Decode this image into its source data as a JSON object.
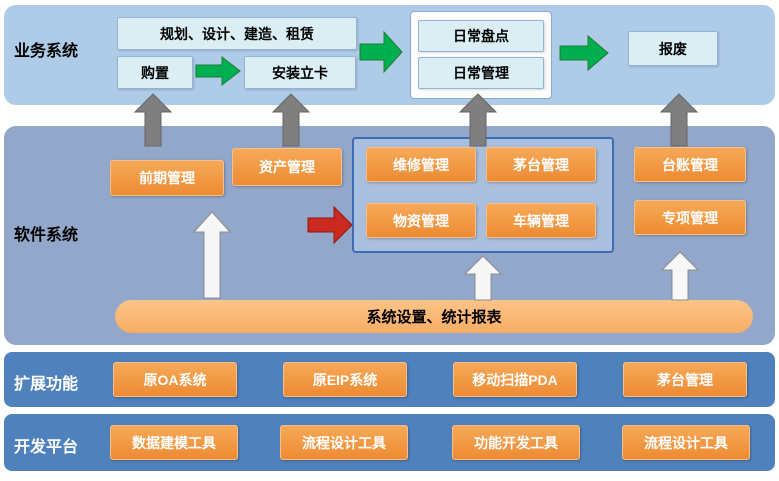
{
  "colors": {
    "band1-bg": "#aecbe8",
    "band2-bg": "#92a7c9",
    "band34-bg": "#4f81bd",
    "cyan-box-bg": "#daeef3",
    "cyan-box-border": "#95b3d7",
    "orange-box": "#ed8b33",
    "orange-box-border": "#f8c08a",
    "pill-bg": "#f8ad63",
    "green-arrow": "#00b050",
    "green-arrow-edge": "#1f7a33",
    "gray-arrow": "#7f7f7f",
    "gray-arrow-edge": "#666666",
    "red-arrow": "#cc2a1e",
    "red-arrow-edge": "#8f1812",
    "white-arrow": "#f7f7f7",
    "white-arrow-edge": "#8c8c8c",
    "container-border": "#3e6cb5",
    "container-bg": "#aabfdd"
  },
  "business": {
    "label": "业务系统",
    "planning": "规划、设计、建造、租赁",
    "purchase": "购置",
    "install": "安装立卡",
    "daily_check": "日常盘点",
    "daily_manage": "日常管理",
    "scrap": "报废"
  },
  "software": {
    "label": "软件系统",
    "early": "前期管理",
    "asset": "资产管理",
    "repair": "维修管理",
    "maotai": "茅台管理",
    "material": "物资管理",
    "vehicle": "车辆管理",
    "ledger": "台账管理",
    "special": "专项管理",
    "pill": "系统设置、统计报表"
  },
  "extension": {
    "label": "扩展功能",
    "items": [
      "原OA系统",
      "原EIP系统",
      "移动扫描PDA",
      "茅台管理"
    ]
  },
  "platform": {
    "label": "开发平台",
    "items": [
      "数据建模工具",
      "流程设计工具",
      "功能开发工具",
      "流程设计工具"
    ]
  }
}
